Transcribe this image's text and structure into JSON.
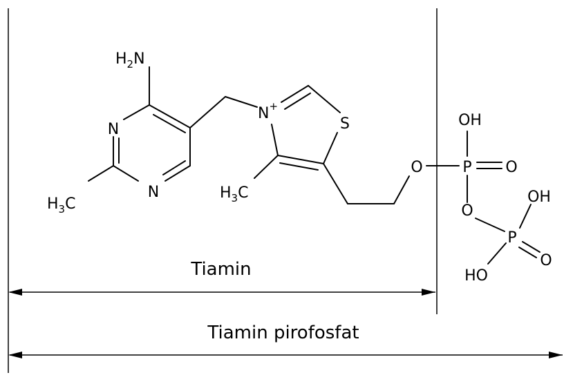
{
  "atoms": {
    "h2n": [
      "H",
      "2",
      "N"
    ],
    "h3c_left": [
      "H",
      "3",
      "C"
    ],
    "h3c_mid": [
      "H",
      "3",
      "C"
    ],
    "n_pyr_top": "N",
    "n_pyr_bottom": "N",
    "n_thiazolium": "N",
    "n_charge": "+",
    "s_thiazole": "S",
    "o_ester": "O",
    "p1": "P",
    "oh_p1": "OH",
    "o_p1_double": "O",
    "o_bridge": "O",
    "p2": "P",
    "oh_p2_top": "OH",
    "o_p2_double": "O",
    "ho_p2": "HO"
  },
  "labels": {
    "tiamin": "Tiamin",
    "tiamin_pirofosfat": "Tiamin pirofosfat"
  },
  "colors": {
    "ink": "#000000",
    "background": "#ffffff"
  }
}
